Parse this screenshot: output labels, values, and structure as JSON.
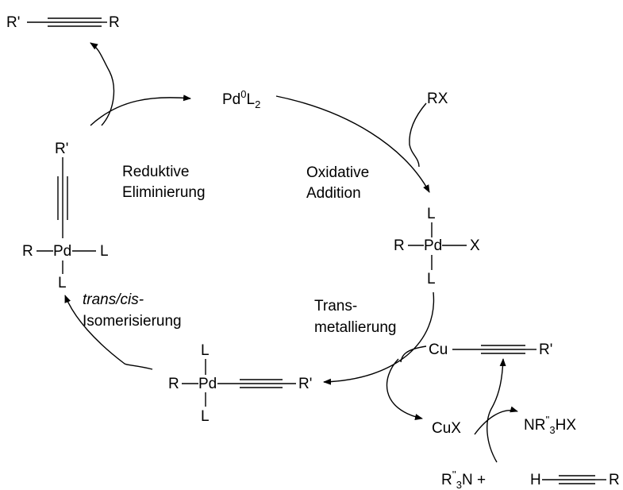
{
  "alkyne_product": {
    "left": "R'",
    "right": "R"
  },
  "pd0": {
    "pd": "Pd",
    "ox": "0",
    "l": "L",
    "sub": "2"
  },
  "rx": "RX",
  "labels": {
    "red_elim_1": "Reduktive",
    "red_elim_2": "Eliminierung",
    "ox_add_1": "Oxidative",
    "ox_add_2": "Addition",
    "trans_1": "Trans-",
    "trans_2": "metallierung",
    "iso_italic": "trans/cis-",
    "iso_2": "Isomerisierung"
  },
  "complex_oa": {
    "top": "L",
    "r": "R",
    "pd": "Pd",
    "x": "X",
    "bottom": "L"
  },
  "complex_cis": {
    "rprime": "R'",
    "r": "R",
    "pd": "Pd",
    "l": "L",
    "bottom": "L"
  },
  "complex_trans": {
    "top": "L",
    "r": "R",
    "pd": "Pd",
    "rprime": "R'",
    "bottom": "L"
  },
  "cu_acetylide": {
    "cu": "Cu",
    "rprime": "R'"
  },
  "cux": "CuX",
  "ammonium": {
    "nr": "NR",
    "dq": "''",
    "sub": "3",
    "hx": "HX"
  },
  "amine": {
    "r": "R",
    "dq": "''",
    "sub": "3",
    "n": "N +"
  },
  "terminal_alkyne": {
    "h": "H",
    "r": "R"
  }
}
